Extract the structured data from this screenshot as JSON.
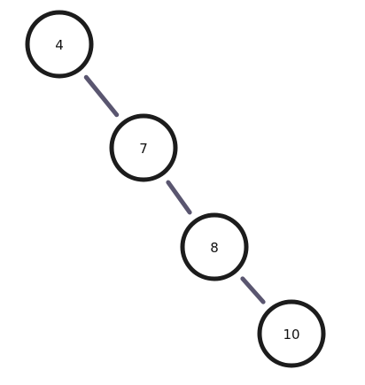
{
  "tree": {
    "nodes": [
      {
        "id": "n4",
        "label": "4"
      },
      {
        "id": "n7",
        "label": "7"
      },
      {
        "id": "n8",
        "label": "8"
      },
      {
        "id": "n10",
        "label": "10"
      }
    ],
    "edges": [
      {
        "from": "n4",
        "to": "n7"
      },
      {
        "from": "n7",
        "to": "n8"
      },
      {
        "from": "n8",
        "to": "n10"
      }
    ]
  },
  "colors": {
    "edge": "#5a5670",
    "node_stroke": "#1c1c1c",
    "node_fill": "#ffffff",
    "text": "#111111"
  }
}
